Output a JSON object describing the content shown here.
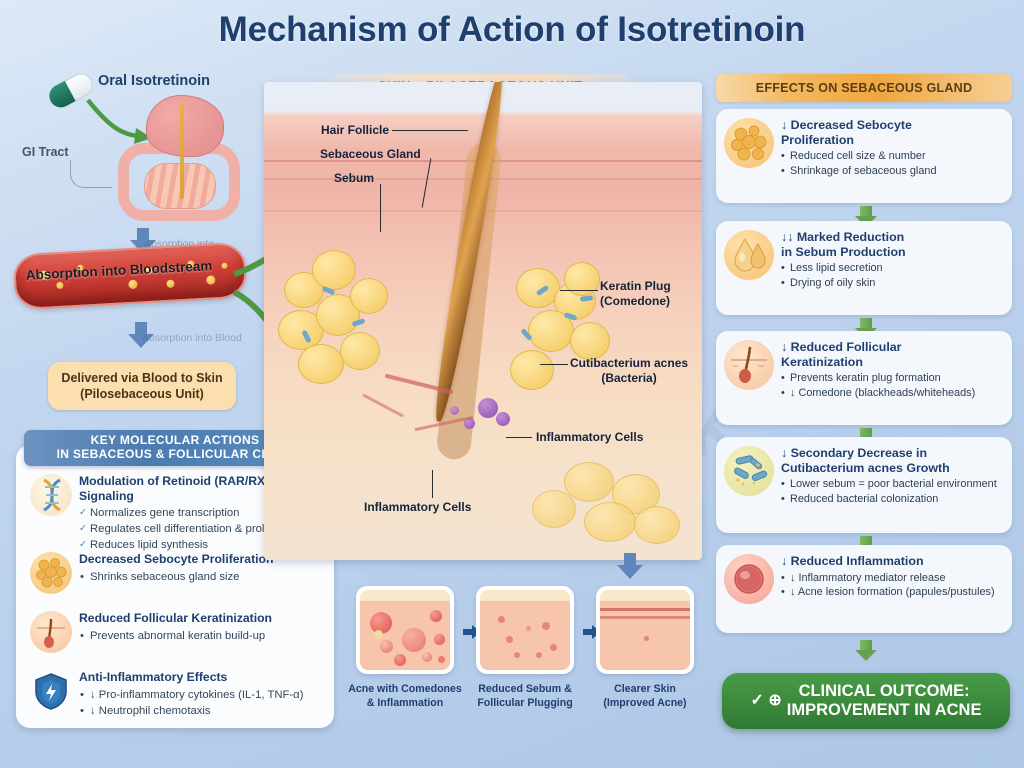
{
  "title": "Mechanism of Action of Isotretinoin",
  "theme": {
    "background_blue": "#b6cdea",
    "title_navy": "#1f3f6e",
    "accent_orange": "#efa73f",
    "accent_green": "#64a24c",
    "outcome_green": "#2f7a34",
    "panel_blue_header": "#4b7bb1"
  },
  "left_pathway": {
    "pill_label": "Oral Isotretinoin",
    "gi_label": "GI Tract",
    "absorption_arrow_label": "Absorption into",
    "vessel_label": "Absorption into Bloodstream",
    "second_arrow_label": "Absorption into Blood",
    "delivered_box": "Delivered via Blood to Skin (Pilosebaceous Unit)"
  },
  "key_molecular_actions": {
    "header_line1": "KEY MOLECULAR ACTIONS",
    "header_line2": "IN SEBACEOUS & FOLLICULAR CELLS",
    "items": [
      {
        "icon": "dna-helix-icon",
        "heading": "Modulation of Retinoid (RAR/RXR) Signaling",
        "bullets": [
          "Normalizes gene transcription",
          "Regulates cell differentiation & proliferation",
          "Reduces lipid synthesis"
        ],
        "bullet_style": "check"
      },
      {
        "icon": "sebocyte-cluster-icon",
        "heading": "Decreased Sebocyte Proliferation",
        "bullets": [
          "Shrinks sebaceous gland size"
        ],
        "bullet_style": "dot"
      },
      {
        "icon": "hair-follicle-icon",
        "heading": "Reduced Follicular Keratinization",
        "bullets": [
          "Prevents abnormal keratin build-up"
        ],
        "bullet_style": "dot"
      },
      {
        "icon": "shield-icon",
        "heading": "Anti-Inflammatory Effects",
        "bullets": [
          "↓ Pro-inflammatory cytokines (IL-1, TNF-α)",
          "↓ Neutrophil chemotaxis"
        ],
        "bullet_style": "dot"
      }
    ]
  },
  "skin_diagram": {
    "header": "SKIN – PILOSEBACEOUS UNIT",
    "annotations": [
      {
        "name": "hair-follicle",
        "label": "Hair Follicle"
      },
      {
        "name": "sebaceous-gland",
        "label": "Sebaceous Gland"
      },
      {
        "name": "sebum",
        "label": "Sebum"
      },
      {
        "name": "keratin-plug",
        "label": "Keratin Plug\n(Comedone)",
        "line1": "Keratin Plug",
        "line2": "(Comedone)"
      },
      {
        "name": "cutibacterium-acnes",
        "label": "Cutibacterium acnes\n(Bacteria)",
        "line1": "Cutibacterium acnes",
        "line2": "(Bacteria)"
      },
      {
        "name": "inflammatory-cells-right",
        "label": "Inflammatory Cells"
      },
      {
        "name": "inflammatory-cells-left",
        "label": "Inflammatory Cells"
      }
    ]
  },
  "progression": {
    "steps": [
      {
        "caption_line1": "Acne with Comedones",
        "caption_line2": "& Inflammation"
      },
      {
        "caption_line1": "Reduced Sebum &",
        "caption_line2": "Follicular Plugging"
      },
      {
        "caption_line1": "Clearer Skin",
        "caption_line2": "(Improved Acne)"
      }
    ]
  },
  "effects_on_sebaceous_gland": {
    "header": "EFFECTS ON SEBACEOUS GLAND",
    "cards": [
      {
        "icon": "sebocyte-cluster-icon",
        "heading_line1": "↓ Decreased Sebocyte",
        "heading_line2": "Proliferation",
        "bullets": [
          "Reduced cell size & number",
          "Shrinkage of sebaceous gland"
        ]
      },
      {
        "icon": "sebum-droplet-icon",
        "heading_line1": "↓↓ Marked Reduction",
        "heading_line2": "in Sebum Production",
        "bullets": [
          "Less lipid secretion",
          "Drying of oily skin"
        ]
      },
      {
        "icon": "hair-follicle-icon",
        "heading_line1": "↓ Reduced Follicular",
        "heading_line2": "Keratinization",
        "bullets": [
          "Prevents keratin plug formation",
          "↓ Comedone (blackheads/whiteheads)"
        ]
      },
      {
        "icon": "bacteria-icon",
        "heading_line1": "↓ Secondary Decrease in",
        "heading_line2": "Cutibacterium acnes Growth",
        "bullets": [
          "Lower sebum = poor bacterial environment",
          "Reduced bacterial colonization"
        ]
      },
      {
        "icon": "inflammatory-cell-icon",
        "heading_line1": "↓ Reduced Inflammation",
        "heading_line2": "",
        "bullets": [
          "↓ Inflammatory mediator release",
          "↓ Acne lesion formation (papules/pustules)"
        ]
      }
    ]
  },
  "clinical_outcome": {
    "marks": "✓ ⊕",
    "line1": "CLINICAL OUTCOME:",
    "line2": "IMPROVEMENT IN ACNE"
  }
}
